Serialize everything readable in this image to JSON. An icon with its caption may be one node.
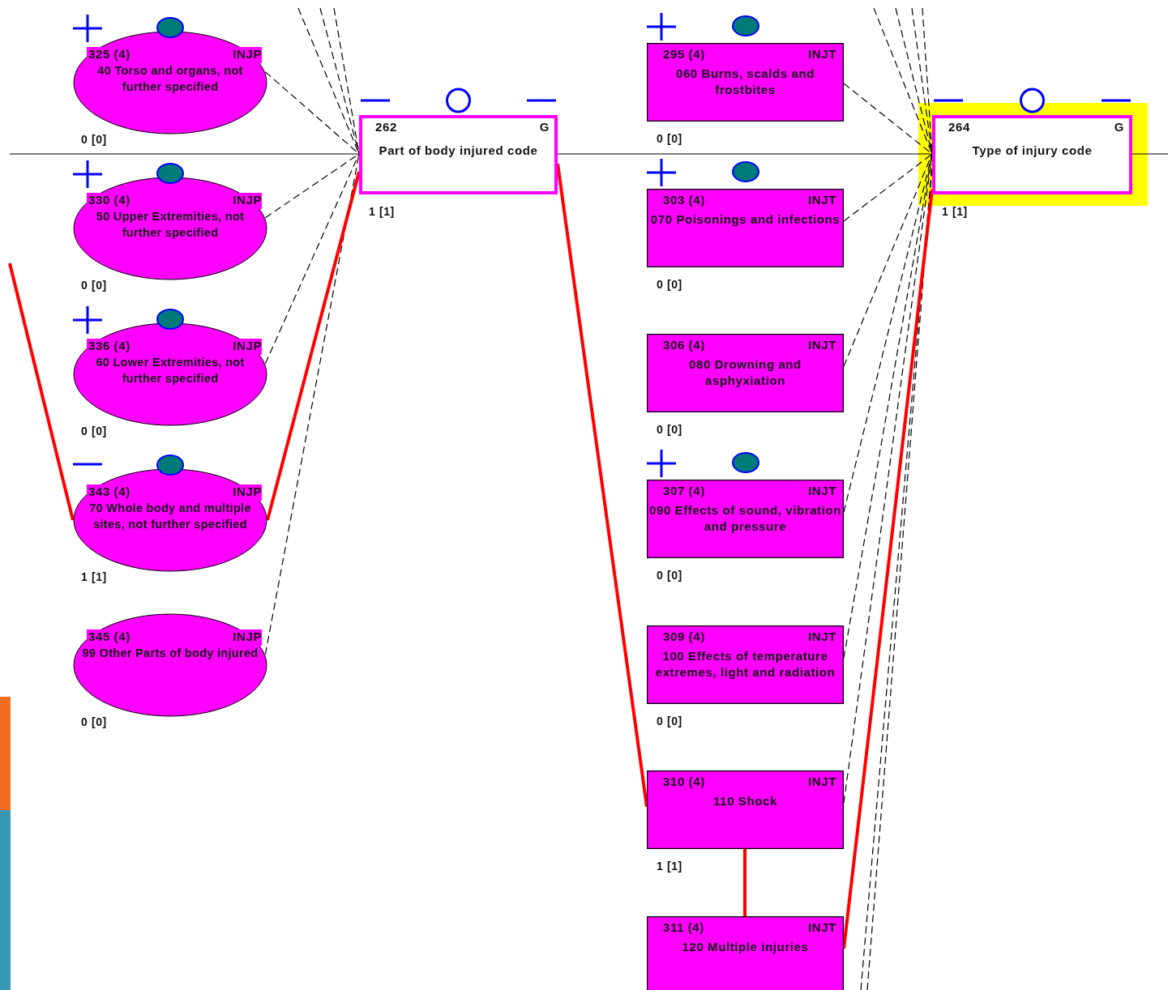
{
  "diagram": {
    "nodes": [
      {
        "text": [
          "325 (4)",
          "INJP",
          "40 Torso and organs, not further specified"
        ],
        "beside": [
          "0 [0]"
        ]
      },
      {
        "text": [
          "330 (4)",
          "INJP",
          "50 Upper Extremities, not further specified"
        ],
        "beside": [
          "0 [0]"
        ]
      },
      {
        "text": [
          "336 (4)",
          "INJP",
          "60 Lower Extremities, not further specified"
        ],
        "beside": [
          "0 [0]"
        ]
      },
      {
        "text": [
          "343 (4)",
          "INJP",
          "70 Whole body and multiple sites, not further specified"
        ],
        "beside": [
          "1 [1]"
        ]
      },
      {
        "text": [
          "345 (4)",
          "INJP",
          "99 Other Parts of body injured"
        ],
        "beside": [
          "0 [0]"
        ]
      },
      {
        "text": [
          "262",
          "G",
          "Part of body injured code"
        ],
        "beside": [
          "1 [1]"
        ]
      },
      {
        "text": [
          "295 (4)",
          "INJT",
          "060 Burns, scalds and frostbites"
        ],
        "beside": [
          "0 [0]"
        ]
      },
      {
        "text": [
          "303 (4)",
          "INJT",
          "070 Poisonings and infections"
        ],
        "beside": [
          "0 [0]"
        ]
      },
      {
        "text": [
          "306 (4)",
          "INJT",
          "080 Drowning and asphyxiation"
        ],
        "beside": [
          "0 [0]"
        ]
      },
      {
        "text": [
          "307 (4)",
          "INJT",
          "090 Effects of sound, vibration and pressure"
        ],
        "beside": [
          "0 [0]"
        ]
      },
      {
        "text": [
          "309 (4)",
          "INJT",
          "100 Effects of temperature extremes, light and radiation"
        ],
        "beside": [
          "0 [0]"
        ]
      },
      {
        "text": [
          "310 (4)",
          "INJT",
          "110 Shock"
        ],
        "beside": [
          "1 [1]"
        ]
      },
      {
        "text": [
          "311 (4)",
          "INJT",
          "120 Multiple injuries"
        ]
      },
      {
        "text": [
          "264",
          "G",
          "Type of injury code"
        ],
        "beside": [
          "1 [1]"
        ]
      }
    ],
    "edges": [
      {
        "from": 0,
        "to": 5,
        "arrow": "none",
        "style": "dashed"
      },
      {
        "from": 1,
        "to": 5,
        "arrow": "none",
        "style": "dashed"
      },
      {
        "from": 2,
        "to": 5,
        "arrow": "none",
        "style": "dashed"
      },
      {
        "from": 4,
        "to": 5,
        "arrow": "none",
        "style": "dashed"
      },
      {
        "from": null,
        "to": 5,
        "arrow": "none",
        "style": "dashed"
      },
      {
        "from": null,
        "to": 5,
        "arrow": "none",
        "style": "dashed"
      },
      {
        "from": null,
        "to": 5,
        "arrow": "none",
        "style": "dashed"
      },
      {
        "from": 6,
        "to": 13,
        "arrow": "none",
        "style": "dashed"
      },
      {
        "from": 7,
        "to": 13,
        "arrow": "none",
        "style": "dashed"
      },
      {
        "from": 8,
        "to": 13,
        "arrow": "none",
        "style": "dashed"
      },
      {
        "from": 9,
        "to": 13,
        "arrow": "none",
        "style": "dashed"
      },
      {
        "from": 10,
        "to": 13,
        "arrow": "none",
        "style": "dashed"
      },
      {
        "from": 11,
        "to": 13,
        "arrow": "none",
        "style": "dashed"
      },
      {
        "from": null,
        "to": 13,
        "arrow": "none",
        "style": "dashed"
      },
      {
        "from": null,
        "to": 13,
        "arrow": "none",
        "style": "dashed"
      },
      {
        "from": null,
        "to": 13,
        "arrow": "none",
        "style": "dashed"
      },
      {
        "from": null,
        "to": 13,
        "arrow": "none",
        "style": "dashed"
      },
      {
        "from": null,
        "to": 13,
        "arrow": "none",
        "style": "dashed"
      },
      {
        "from": null,
        "to": 13,
        "arrow": "none",
        "style": "dashed"
      },
      {
        "from": null,
        "to": 5,
        "arrow": "none"
      },
      {
        "from": 5,
        "to": 13,
        "arrow": "none"
      },
      {
        "from": 13,
        "to": null,
        "arrow": "none"
      },
      {
        "from": null,
        "to": 3,
        "arrow": "none",
        "style": "thick",
        "color": "#ff0000"
      },
      {
        "from": 3,
        "to": 5,
        "arrow": "none",
        "style": "thick",
        "color": "#ff0000"
      },
      {
        "from": 5,
        "to": 11,
        "arrow": "none",
        "style": "thick",
        "color": "#ff0000"
      },
      {
        "from": 11,
        "to": 12,
        "arrow": "none",
        "style": "thick",
        "color": "#ff0000"
      },
      {
        "from": 12,
        "to": 13,
        "arrow": "none",
        "style": "thick",
        "color": "#ff0000"
      }
    ]
  }
}
